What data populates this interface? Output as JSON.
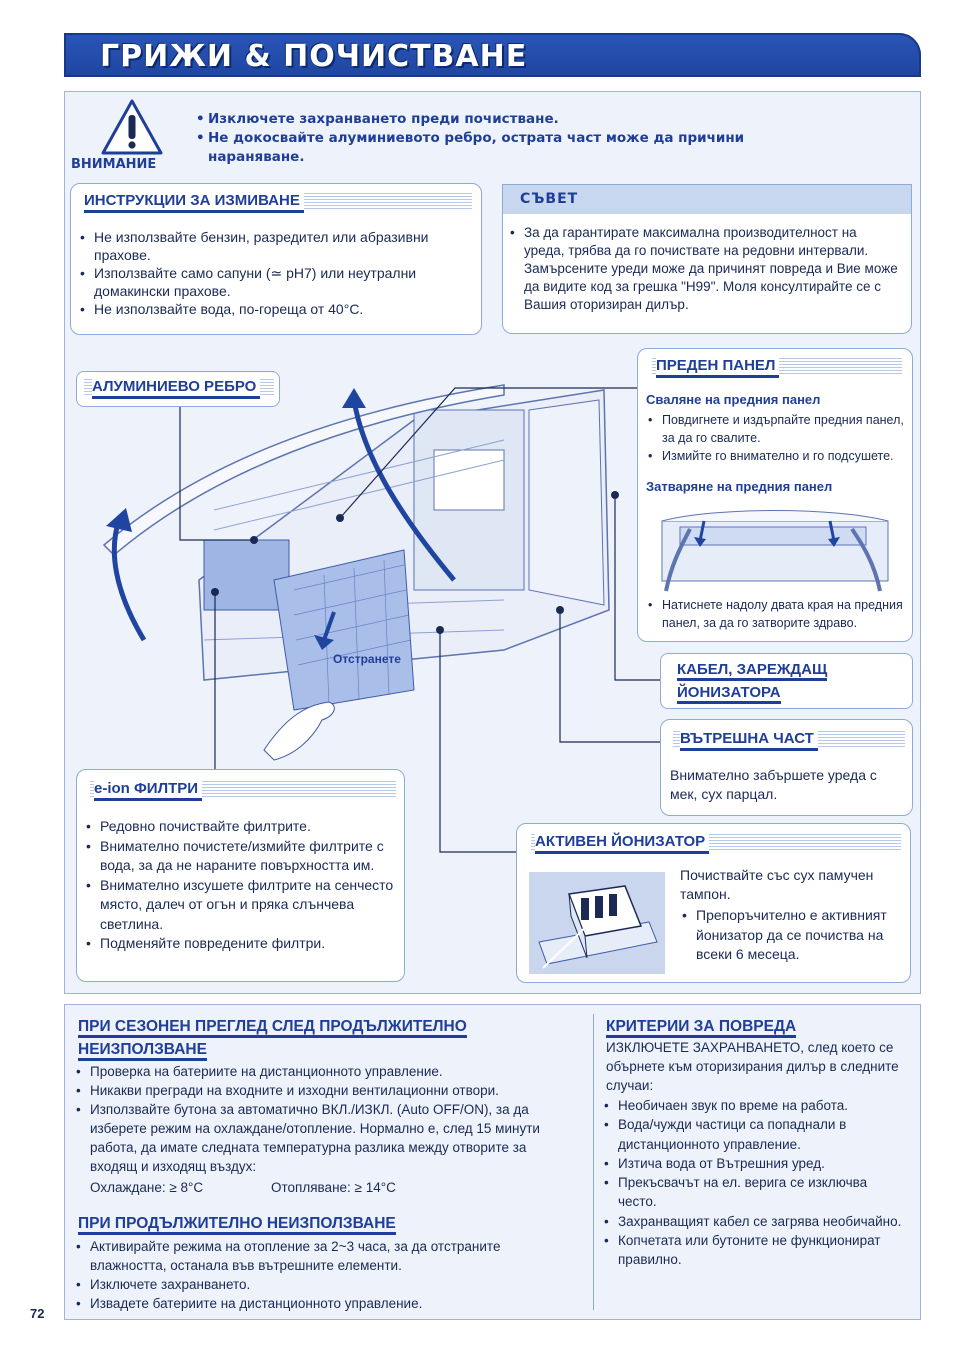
{
  "title": "ГРИЖИ & ПОЧИСТВАНЕ",
  "warning": {
    "label": "ВНИМАНИЕ",
    "lines": [
      "Изключете захранването преди почистване.",
      "Не докосвайте алуминиевото ребро, острата част може да причини нараняване."
    ]
  },
  "washing": {
    "heading": "ИНСТРУКЦИИ ЗА ИЗМИВАНЕ",
    "items": [
      "Не използвайте бензин, разредител или абразивни прахове.",
      "Използвайте само сапуни (≃ pH7) или неутрални домакински прахове.",
      "Не използвайте вода, по-гореща от 40°C."
    ]
  },
  "advice": {
    "heading": "СЪВЕТ",
    "text": "За да гарантирате максимална производителност на уреда, трябва да го почиствате на редовни интервали. Замърсените уреди може да причинят повреда и Вие може да видите код за грешка \"H99\". Моля консултирайте се с Вашия оторизиран дилър."
  },
  "fin": {
    "heading": "АЛУМИНИЕВО РЕБРО"
  },
  "front_panel": {
    "heading": "ПРЕДЕН ПАНЕЛ",
    "remove_title": "Сваляне на предния панел",
    "remove_items": [
      "Повдигнете и издърпайте предния панел, за да го свалите.",
      "Измийте го внимателно и го подсушете."
    ],
    "close_title": "Затваряне на предния панел",
    "close_items": [
      "Натиснете надолу двата края на предния панел, за да го затворите здраво."
    ]
  },
  "cable": {
    "heading_1": "КАБЕЛ, ЗАРЕЖДАЩ",
    "heading_2": "ЙОНИЗАТОРА"
  },
  "inner": {
    "heading": "ВЪТРЕШНА ЧАСТ",
    "text": "Внимателно забършете уреда с мек, сух парцал."
  },
  "eion": {
    "heading": "e-ion ФИЛТРИ",
    "items": [
      "Редовно почиствайте филтрите.",
      "Внимателно почистете/измийте филтрите с вода, за да не нараните повърхността им.",
      "Внимателно изсушете филтрите на сенчесто място, далеч от огън и пряка слънчева светлина.",
      "Подменяйте повредените филтри."
    ]
  },
  "ionizer": {
    "heading": "АКТИВЕН ЙОНИЗАТОР",
    "text": "Почиствайте със сух памучен тампон.",
    "items": [
      "Препоръчително е активният йонизатор да се почиства на всеки 6 месеца."
    ]
  },
  "remove_label": "Отстранете",
  "season": {
    "heading_1": "ПРИ СЕЗОНЕН ПРЕГЛЕД СЛЕД ПРОДЪЛЖИТЕЛНО",
    "heading_2": "НЕИЗПОЛЗВАНЕ",
    "items": [
      "Проверка на батериите на дистанционното управление.",
      "Никакви прегради на входните и изходни вентилационни отвори.",
      "Използвайте бутона за автоматично ВКЛ./ИЗКЛ. (Auto OFF/ON), за да изберете режим на охлаждане/отопление. Нормално е, след 15 минути работа, да имате следната температурна разлика между отворите за входящ и изходящ въздух:"
    ],
    "cooling": "Охлаждане: ≥ 8°C",
    "heating": "Отопляване: ≥ 14°C"
  },
  "longterm": {
    "heading": "ПРИ ПРОДЪЛЖИТЕЛНО НЕИЗПОЛЗВАНЕ",
    "items": [
      "Активирайте режима на отопление за 2~3 часа, за да отстраните влажността, останала във вътрешните елементи.",
      "Изключете захранването.",
      "Извадете батериите на дистанционното управление."
    ]
  },
  "criteria": {
    "heading": "КРИТЕРИИ ЗА ПОВРЕДА",
    "intro": "ИЗКЛЮЧЕТЕ ЗАХРАНВАНЕТО, след което се обърнете към оторизирания дилър в следните случаи:",
    "items": [
      "Необичаен звук по време на работа.",
      "Вода/чужди частици са попаднали в дистанционното управление.",
      "Изтича вода от Вътрешния уред.",
      "Прекъсвачът на ел. верига се изключва често.",
      "Захранващият кабел се загрява необичайно.",
      "Копчетата или бутоните не функционират правилно."
    ]
  },
  "page_number": "72"
}
